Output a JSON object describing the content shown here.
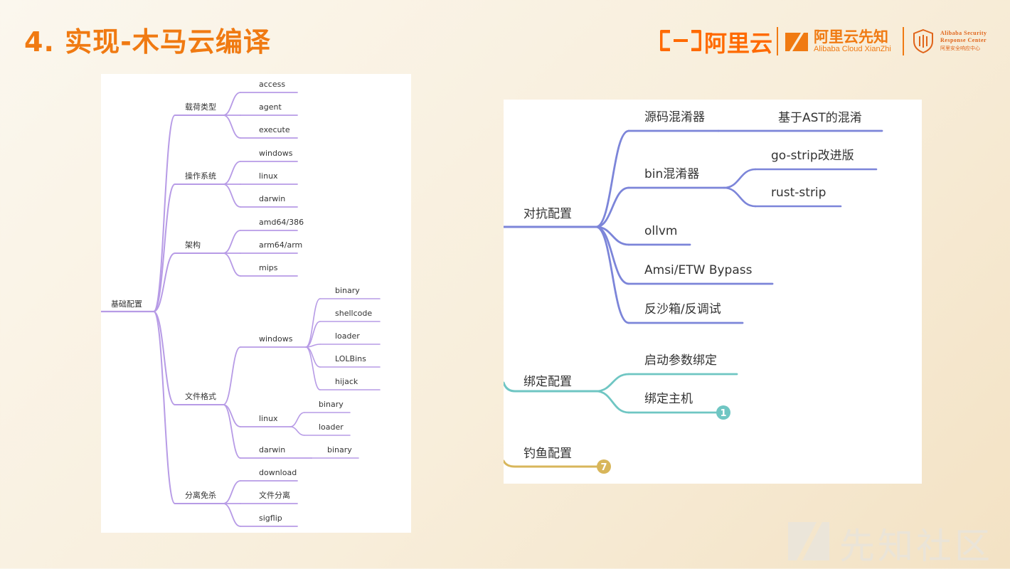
{
  "slide": {
    "title": "4. 实现-木马云编译"
  },
  "brand": {
    "aliyun": "阿里云",
    "xianzhi": "阿里云先知",
    "xianzhi_en": "Alibaba Cloud XianZhi",
    "asrc_line1": "Alibaba Security",
    "asrc_line2": "Response Center",
    "asrc_cn": "阿里安全响应中心",
    "colors": {
      "orange": "#f07a12",
      "brand_orange": "#ff6a00"
    }
  },
  "watermark": {
    "text": "先知社区"
  },
  "left_map": {
    "root": "基础配置",
    "color": "#b79be6",
    "groups": [
      {
        "label": "载荷类型",
        "children": [
          {
            "label": "access"
          },
          {
            "label": "agent"
          },
          {
            "label": "execute"
          }
        ]
      },
      {
        "label": "操作系统",
        "children": [
          {
            "label": "windows"
          },
          {
            "label": "linux"
          },
          {
            "label": "darwin"
          }
        ]
      },
      {
        "label": "架构",
        "children": [
          {
            "label": "amd64/386"
          },
          {
            "label": "arm64/arm"
          },
          {
            "label": "mips"
          }
        ]
      },
      {
        "label": "文件格式",
        "children": [
          {
            "label": "windows",
            "children": [
              "binary",
              "shellcode",
              "loader",
              "LOLBins",
              "hijack"
            ]
          },
          {
            "label": "linux",
            "children": [
              "binary",
              "loader"
            ]
          },
          {
            "label": "darwin",
            "children": [
              "binary"
            ]
          }
        ]
      },
      {
        "label": "分离免杀",
        "children": [
          {
            "label": "download"
          },
          {
            "label": "文件分离"
          },
          {
            "label": "sigflip"
          }
        ]
      }
    ]
  },
  "right_map": {
    "branches": [
      {
        "label": "对抗配置",
        "color": "#7c85d9",
        "children": [
          {
            "label": "源码混淆器",
            "children": [
              "基于AST的混淆"
            ]
          },
          {
            "label": "bin混淆器",
            "children": [
              "go-strip改进版",
              "rust-strip"
            ]
          },
          {
            "label": "ollvm",
            "children": []
          },
          {
            "label": "Amsi/ETW Bypass",
            "children": []
          },
          {
            "label": "反沙箱/反调试",
            "children": []
          }
        ]
      },
      {
        "label": "绑定配置",
        "color": "#6fc6c3",
        "children": [
          {
            "label": "启动参数绑定",
            "children": []
          },
          {
            "label": "绑定主机",
            "children": [],
            "badge": "1"
          }
        ]
      },
      {
        "label": "钓鱼配置",
        "color": "#d8b65a",
        "children": [],
        "badge": "7"
      }
    ]
  }
}
